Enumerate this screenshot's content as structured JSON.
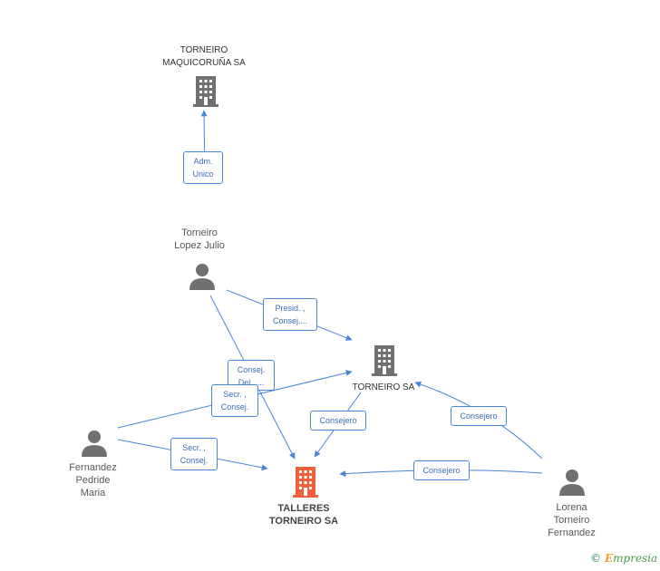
{
  "nodes": {
    "maquicoruna": {
      "label": "TORNEIRO\nMAQUICORUÑA SA"
    },
    "torneiro_sa": {
      "label": "TORNEIRO SA"
    },
    "talleres": {
      "label": "TALLERES\nTORNEIRO SA"
    },
    "julio": {
      "label": "Torneiro\nLopez Julio"
    },
    "maria": {
      "label": "Fernandez\nPedride\nMaria"
    },
    "lorena": {
      "label": "Lorena\nTorneiro\nFernandez"
    }
  },
  "edges": {
    "adm_unico": {
      "label": "Adm.\nUnico"
    },
    "presid_consej": {
      "label": "Presid. ,\nConsej...."
    },
    "consej_del": {
      "label": "Consej.\nDel. ,..."
    },
    "secr_consej_1": {
      "label": "Secr. ,\nConsej."
    },
    "secr_consej_2": {
      "label": "Secr. ,\nConsej."
    },
    "consejero_1": {
      "label": "Consejero"
    },
    "consejero_2": {
      "label": "Consejero"
    },
    "consejero_3": {
      "label": "Consejero"
    }
  },
  "colors": {
    "edge": "#4a86d8",
    "company": "#707070",
    "main_company": "#f0603a",
    "person": "#707070"
  },
  "brand": {
    "copyright": "©",
    "name_initial": "E",
    "name_rest": "mpresia"
  }
}
